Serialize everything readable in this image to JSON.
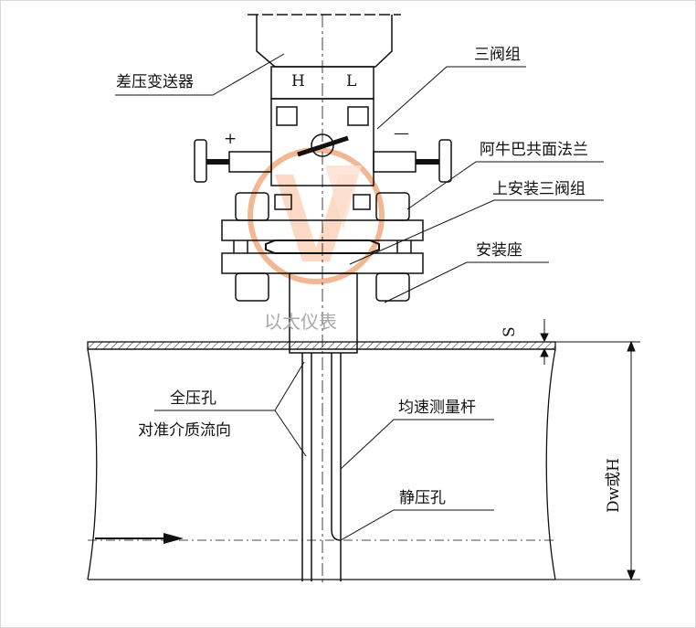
{
  "labels": {
    "transmitter": "差压变送器",
    "three_valve": "三阀组",
    "annubar_flange": "阿牛巴共面法兰",
    "top_three_valve": "上安装三阀组",
    "mount_seat": "安装座",
    "full_pressure_hole": "全压孔",
    "facing_flow": "对准介质流向",
    "probe_rod": "均速测量杆",
    "static_hole": "静压孔",
    "s_symbol": "S",
    "dw_or_h": "Dw或H",
    "h_mark": "H",
    "l_mark": "L",
    "plus": "+",
    "minus": "—",
    "watermark": "以太仪表"
  },
  "colors": {
    "line": "#111111",
    "logo_orange": "#f0a070",
    "logo_fill": "#fbd6bf"
  }
}
